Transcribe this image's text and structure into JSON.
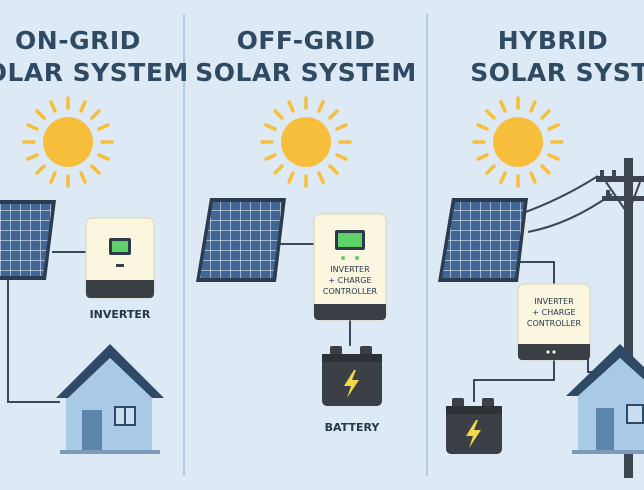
{
  "colors": {
    "background": "#dde9f4",
    "sun": "#f7be3c",
    "panel": "#3f6694",
    "panel_frame": "#2c3b4d",
    "inverter_body": "#fbf6df",
    "inverter_base": "#3a3f46",
    "screen": "#5fcf6a",
    "house_wall": "#a9c9e6",
    "house_roof": "#2f4a66",
    "battery": "#3b4047",
    "wire": "#39485a",
    "title": "#2f4a63"
  },
  "panels": {
    "on_grid": {
      "title_line1": "ON-GRID",
      "title_line2": "SOLAR SYSTEM",
      "inverter_label": "INVERTER",
      "icons": [
        "sun-icon",
        "solar-panel-icon",
        "inverter-icon",
        "house-icon"
      ]
    },
    "off_grid": {
      "title_line1": "OFF-GRID",
      "title_line2": "SOLAR SYSTEM",
      "device_line1": "INVERTER",
      "device_line2": "+ CHARGE",
      "device_line3": "CONTROLLER",
      "battery_label": "BATTERY",
      "icons": [
        "sun-icon",
        "solar-panel-icon",
        "inverter-charge-controller-icon",
        "battery-icon"
      ]
    },
    "hybrid": {
      "title_line1": "HYBRID",
      "title_line2": "SOLAR SYSTEM",
      "device_line1": "INVERTER",
      "device_line2": "+ CHARGE",
      "device_line3": "CONTROLLER",
      "icons": [
        "sun-icon",
        "solar-panel-icon",
        "utility-pole-icon",
        "inverter-charge-controller-icon",
        "battery-icon",
        "house-icon"
      ]
    }
  }
}
